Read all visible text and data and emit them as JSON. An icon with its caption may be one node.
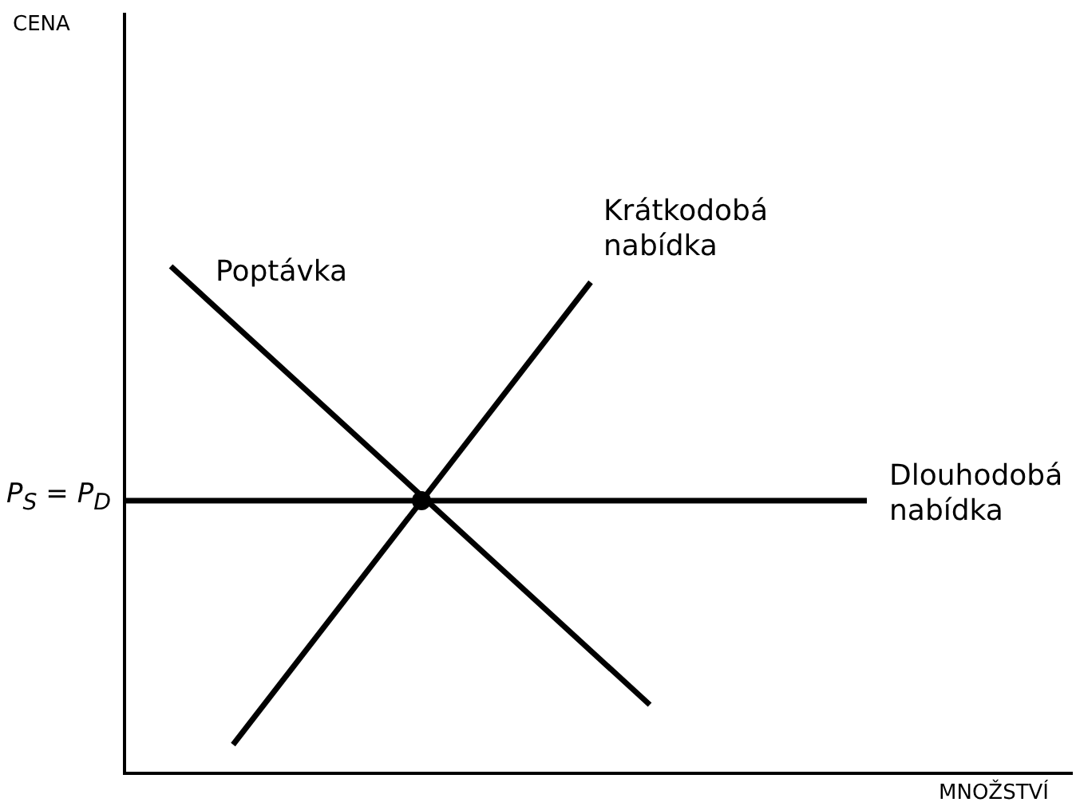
{
  "diagram": {
    "labels": [
      "CENA",
      "Krátkodobá nabídka",
      "Poptávka",
      "P$_{S}$ = P$_{D}$",
      "Dlouhodobá nabídka",
      "MNOŽSTVÍ"
    ]
  }
}
